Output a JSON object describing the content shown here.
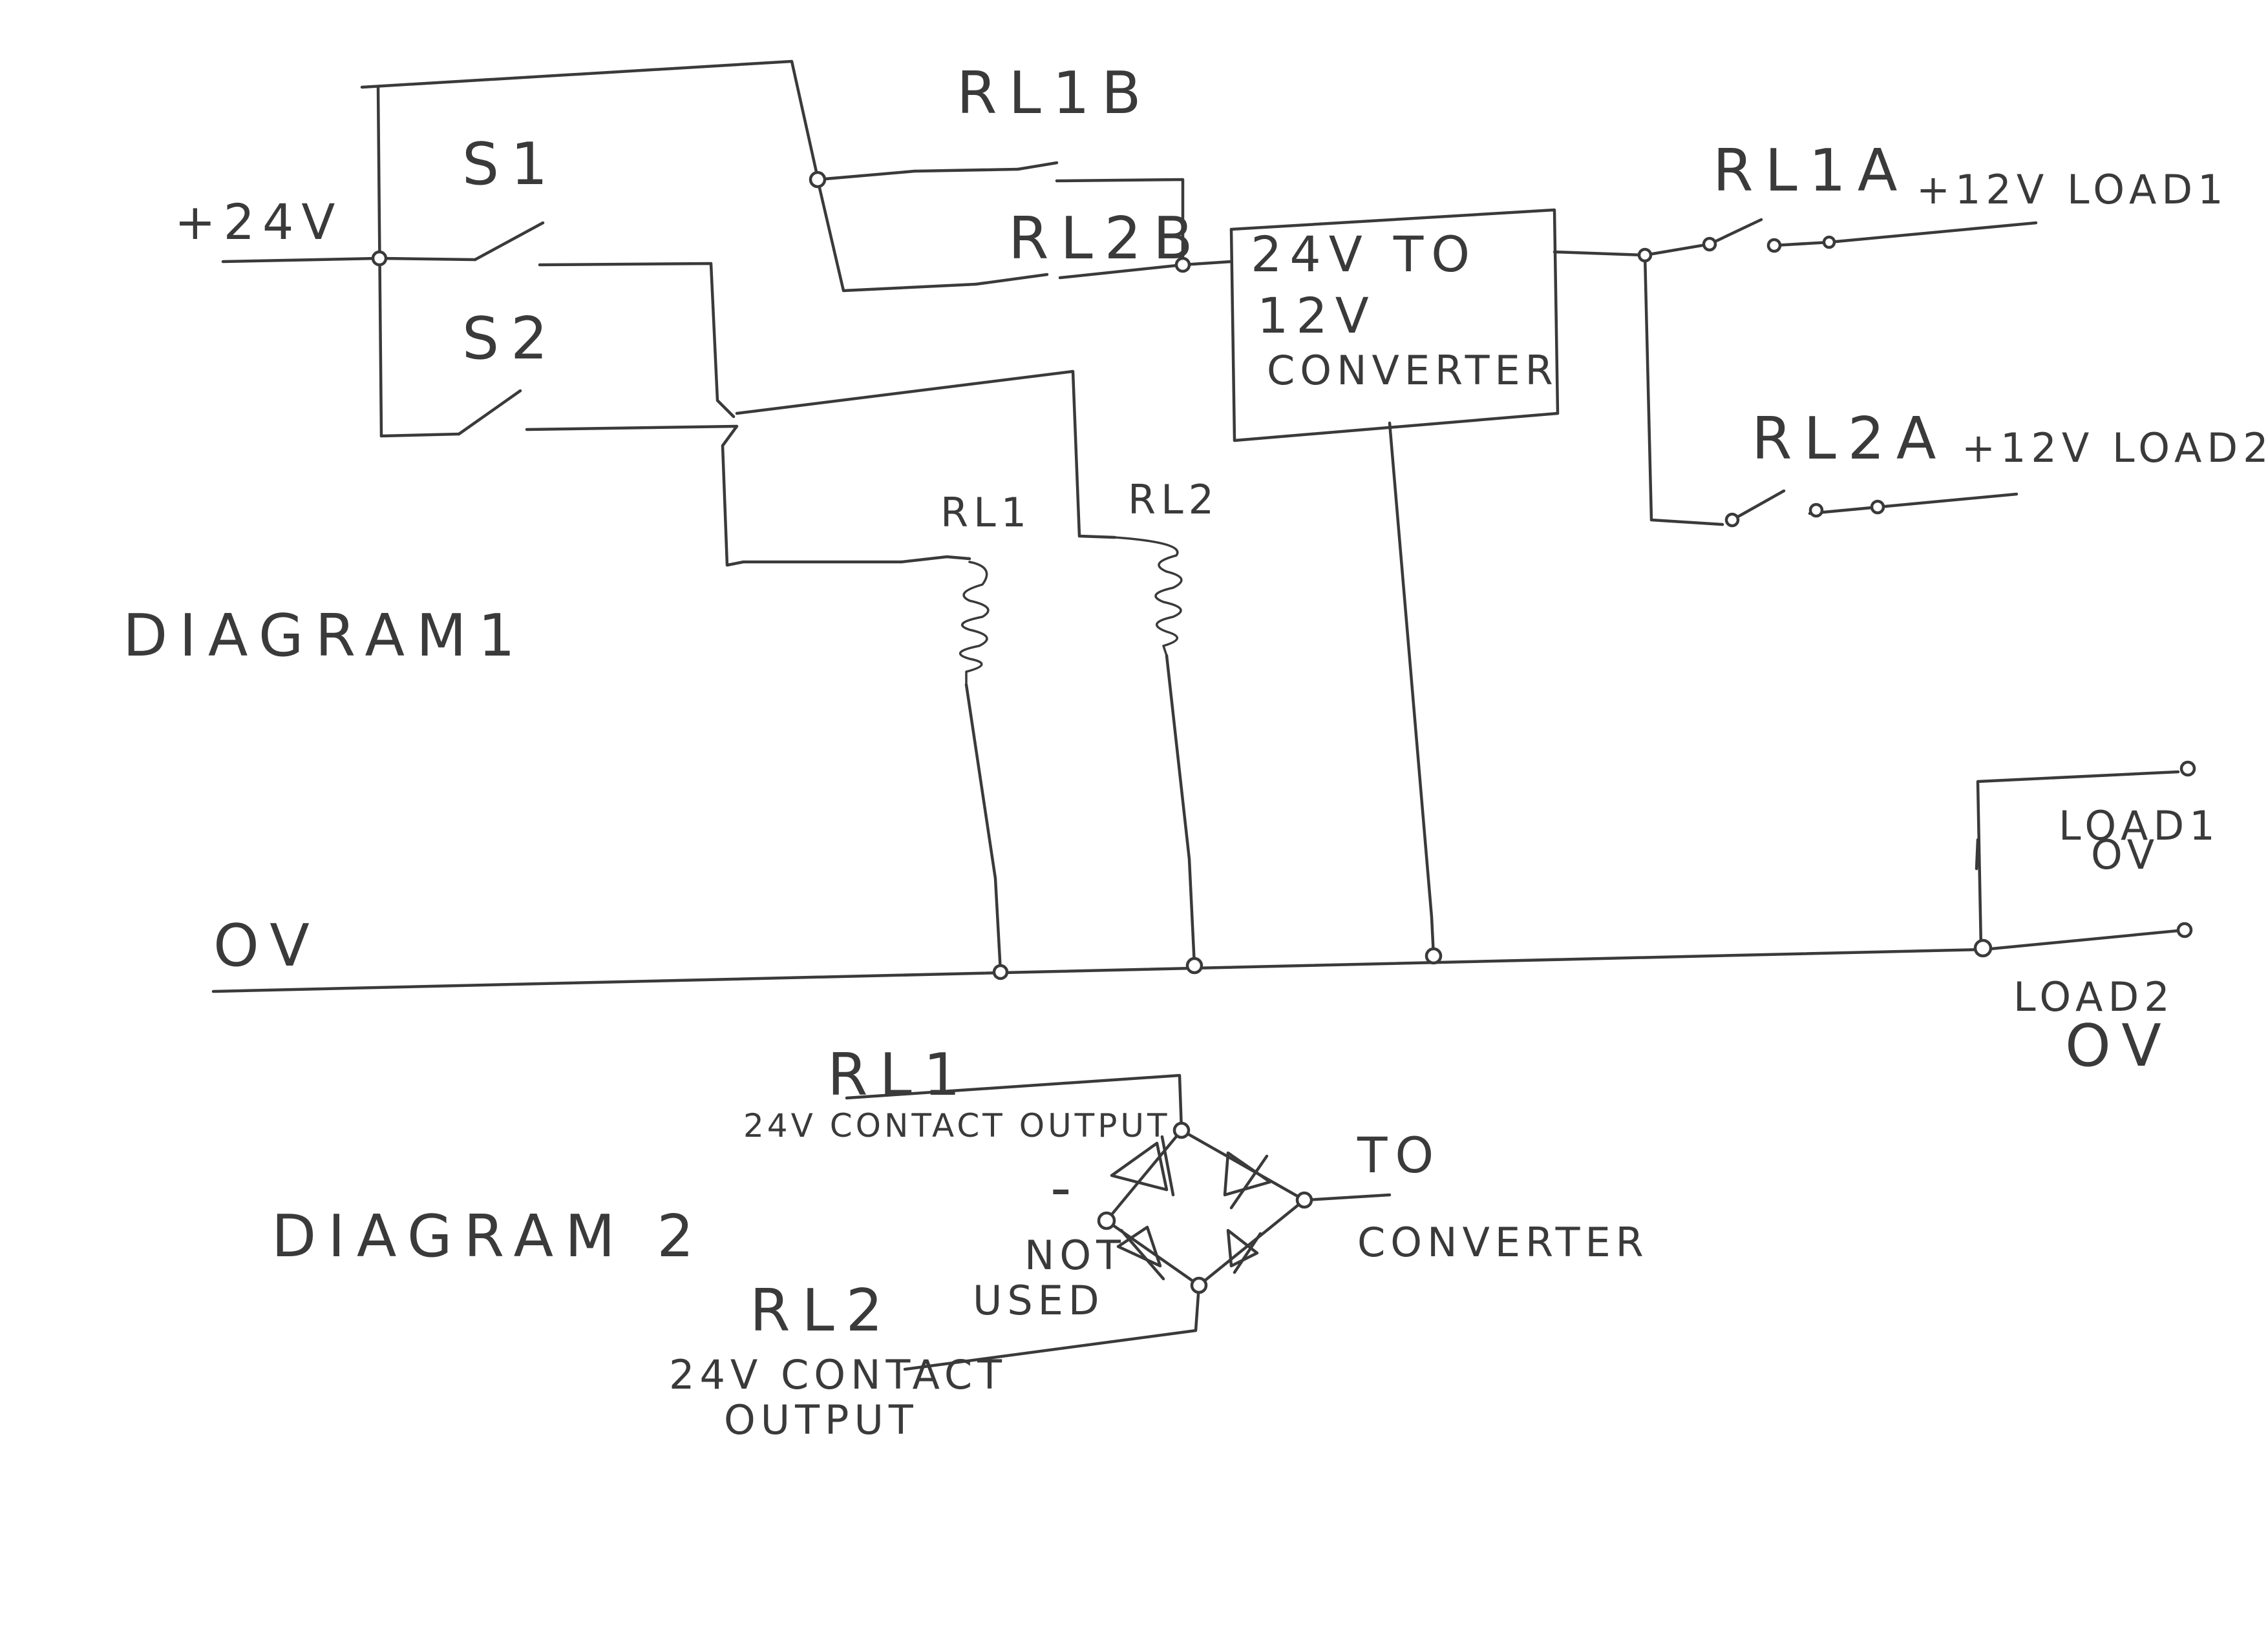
{
  "diagram1": {
    "title": "DIAGRAM1",
    "supply": {
      "positive": "+24V",
      "ground": "OV"
    },
    "switches": {
      "s1": "S1",
      "s2": "S2"
    },
    "relay_contacts": {
      "rl1b": "RL1B",
      "rl2b": "RL2B",
      "rl1a": "RL1A",
      "rl2a": "RL2A"
    },
    "relay_coils": {
      "rl1": "RL1",
      "rl2": "RL2"
    },
    "converter": {
      "line1": "24V TO",
      "line2": "12V",
      "line3": "CONVERTER"
    },
    "outputs": {
      "load1_positive": "+12V LOAD1",
      "load2_positive": "+12V LOAD2",
      "load1_zero": [
        "LOAD1",
        "OV"
      ],
      "load2_zero": [
        "LOAD2",
        "OV"
      ]
    }
  },
  "diagram2": {
    "title": "DIAGRAM 2",
    "rl1": [
      "RL1",
      "24V CONTACT OUTPUT"
    ],
    "rl2": [
      "RL2",
      "24V CONTACT",
      "OUTPUT"
    ],
    "negative_mark": "-",
    "not_used": [
      "NOT",
      "USED"
    ],
    "to_converter": [
      "TO",
      "CONVERTER"
    ]
  }
}
